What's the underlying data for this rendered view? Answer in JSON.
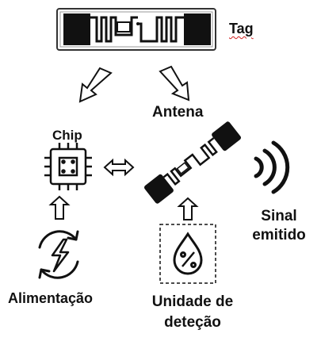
{
  "labels": {
    "tag": "Tag",
    "antena": "Antena",
    "chip": "Chip",
    "sinal_line1": "Sinal",
    "sinal_line2": "emitido",
    "alimentacao": "Alimentação",
    "unidade_line1": "Unidade de",
    "unidade_line2": "deteção"
  },
  "icons": {
    "tag": "rfid-tag-icon",
    "chip": "chip-icon",
    "antenna": "antenna-icon",
    "signal": "signal-waves-icon",
    "power": "power-cycle-icon",
    "detection": "humidity-drop-icon"
  },
  "colors": {
    "stroke": "#111111",
    "fill": "#ffffff",
    "accent": "#000000"
  }
}
